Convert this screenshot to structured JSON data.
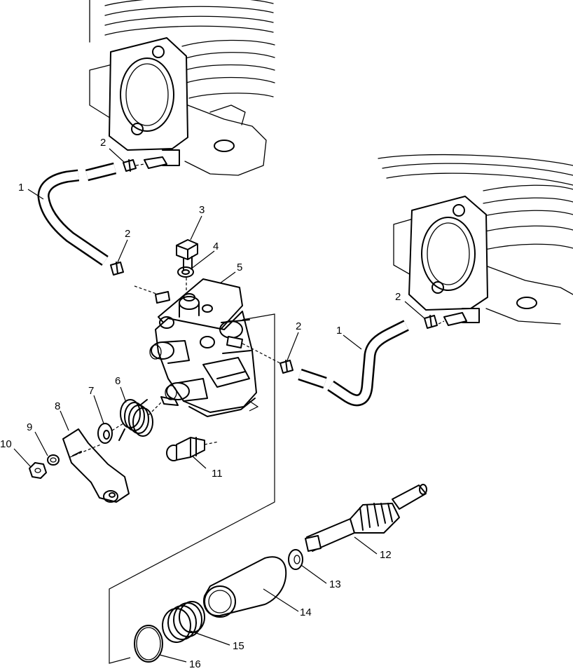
{
  "callouts": {
    "c1a": "1",
    "c1b": "1",
    "c2a": "2",
    "c2b": "2",
    "c2c": "2",
    "c2d": "2",
    "c3": "3",
    "c4": "4",
    "c5": "5",
    "c6": "6",
    "c7": "7",
    "c8": "8",
    "c9": "9",
    "c10": "10",
    "c11": "11",
    "c12": "12",
    "c13": "13",
    "c14": "14",
    "c15": "15",
    "c16": "16"
  }
}
